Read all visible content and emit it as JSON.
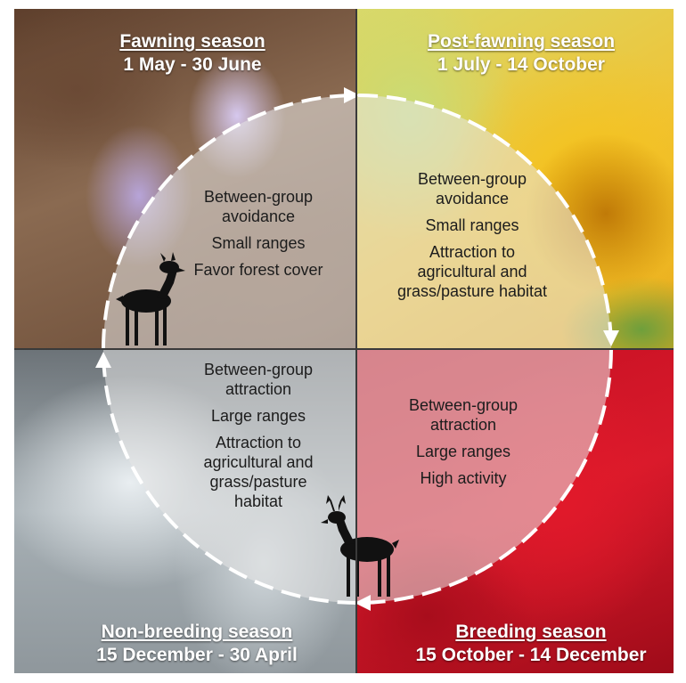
{
  "colors": {
    "fawning": "#8a6a51",
    "post_fawning": "#f0c335",
    "non_breeding": "#a7b0b5",
    "breeding": "#d91a2b",
    "cycle_fill": "#e6e6e6",
    "divider": "#3a3a3a",
    "deer_silhouette": "#111111"
  },
  "icons": [
    "doe-silhouette-icon",
    "buck-silhouette-icon",
    "arrowhead-icon"
  ],
  "seasons": {
    "fawning": {
      "title": "Fawning season",
      "dates": "1 May - 30 June",
      "behaviours": [
        "Between-group",
        "avoidance",
        "Small ranges",
        "Favor forest cover"
      ]
    },
    "post_fawning": {
      "title": "Post-fawning season",
      "dates": "1 July - 14 October",
      "behaviours": [
        "Between-group",
        "avoidance",
        "Small ranges",
        "Attraction to",
        "agricultural and",
        "grass/pasture habitat"
      ]
    },
    "non_breeding": {
      "title": "Non-breeding season",
      "dates": "15 December - 30 April",
      "behaviours": [
        "Between-group",
        "attraction",
        "Large ranges",
        "Attraction to",
        "agricultural and",
        "grass/pasture",
        "habitat"
      ]
    },
    "breeding": {
      "title": "Breeding season",
      "dates": "15 October - 14 December",
      "behaviours": [
        "Between-group",
        "attraction",
        "Large ranges",
        "High activity"
      ]
    }
  }
}
